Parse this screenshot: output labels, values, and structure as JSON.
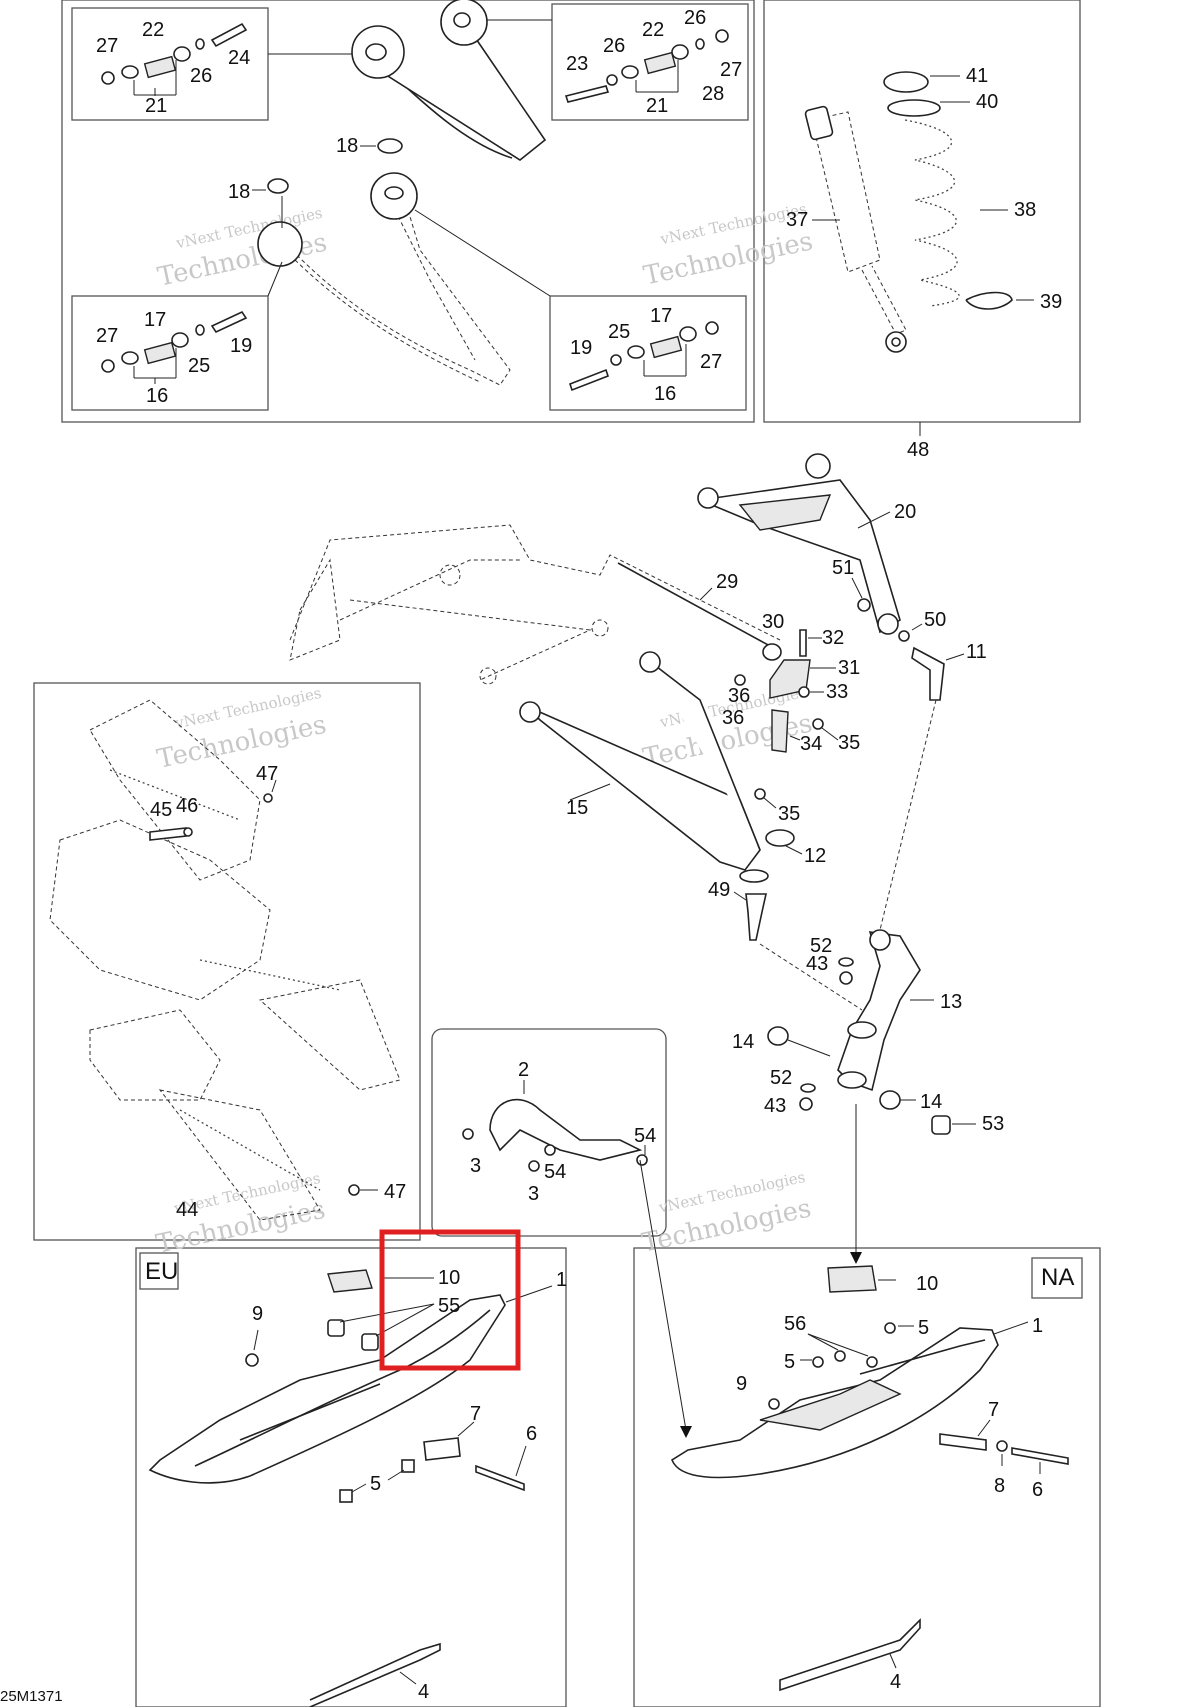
{
  "diagram": {
    "drawing_code": "25M1371",
    "watermark_line1": "vNext Technologies",
    "watermark_line2": "Technologies",
    "region_tags": {
      "eu": "EU",
      "na": "NA"
    },
    "highlight_color": "#e02020",
    "callouts": {
      "c1": "27",
      "c2": "22",
      "c3": "24",
      "c4": "26",
      "c5": "21",
      "c6": "22",
      "c7": "26",
      "c8": "26",
      "c9": "23",
      "c10": "27",
      "c11": "28",
      "c12": "21",
      "c13": "41",
      "c14": "40",
      "c15": "38",
      "c16": "37",
      "c17": "39",
      "c18": "18",
      "c19": "18",
      "c20": "27",
      "c21": "17",
      "c22": "19",
      "c23": "25",
      "c24": "16",
      "c25": "17",
      "c26": "25",
      "c27": "19",
      "c28": "27",
      "c29": "16",
      "c30": "48",
      "c31": "20",
      "c32": "29",
      "c33": "51",
      "c34": "50",
      "c35": "11",
      "c36": "30",
      "c37": "32",
      "c38": "31",
      "c39": "36",
      "c40": "33",
      "c41": "36",
      "c42": "34",
      "c43": "35",
      "c44": "15",
      "c45": "35",
      "c46": "12",
      "c47": "49",
      "c48": "52",
      "c49": "43",
      "c50": "13",
      "c51": "14",
      "c52": "52",
      "c53": "43",
      "c54": "14",
      "c55": "53",
      "c56": "47",
      "c57": "45",
      "c58": "46",
      "c59": "47",
      "c60": "44",
      "c61": "2",
      "c62": "54",
      "c63": "3",
      "c64": "54",
      "c65": "3",
      "c66": "10",
      "c67": "55",
      "c68": "1",
      "c69": "9",
      "c70": "7",
      "c71": "6",
      "c72": "5",
      "c73": "4",
      "c74": "10",
      "c75": "1",
      "c76": "56",
      "c77": "5",
      "c78": "5",
      "c79": "9",
      "c80": "7",
      "c81": "8",
      "c82": "6",
      "c83": "4"
    }
  }
}
